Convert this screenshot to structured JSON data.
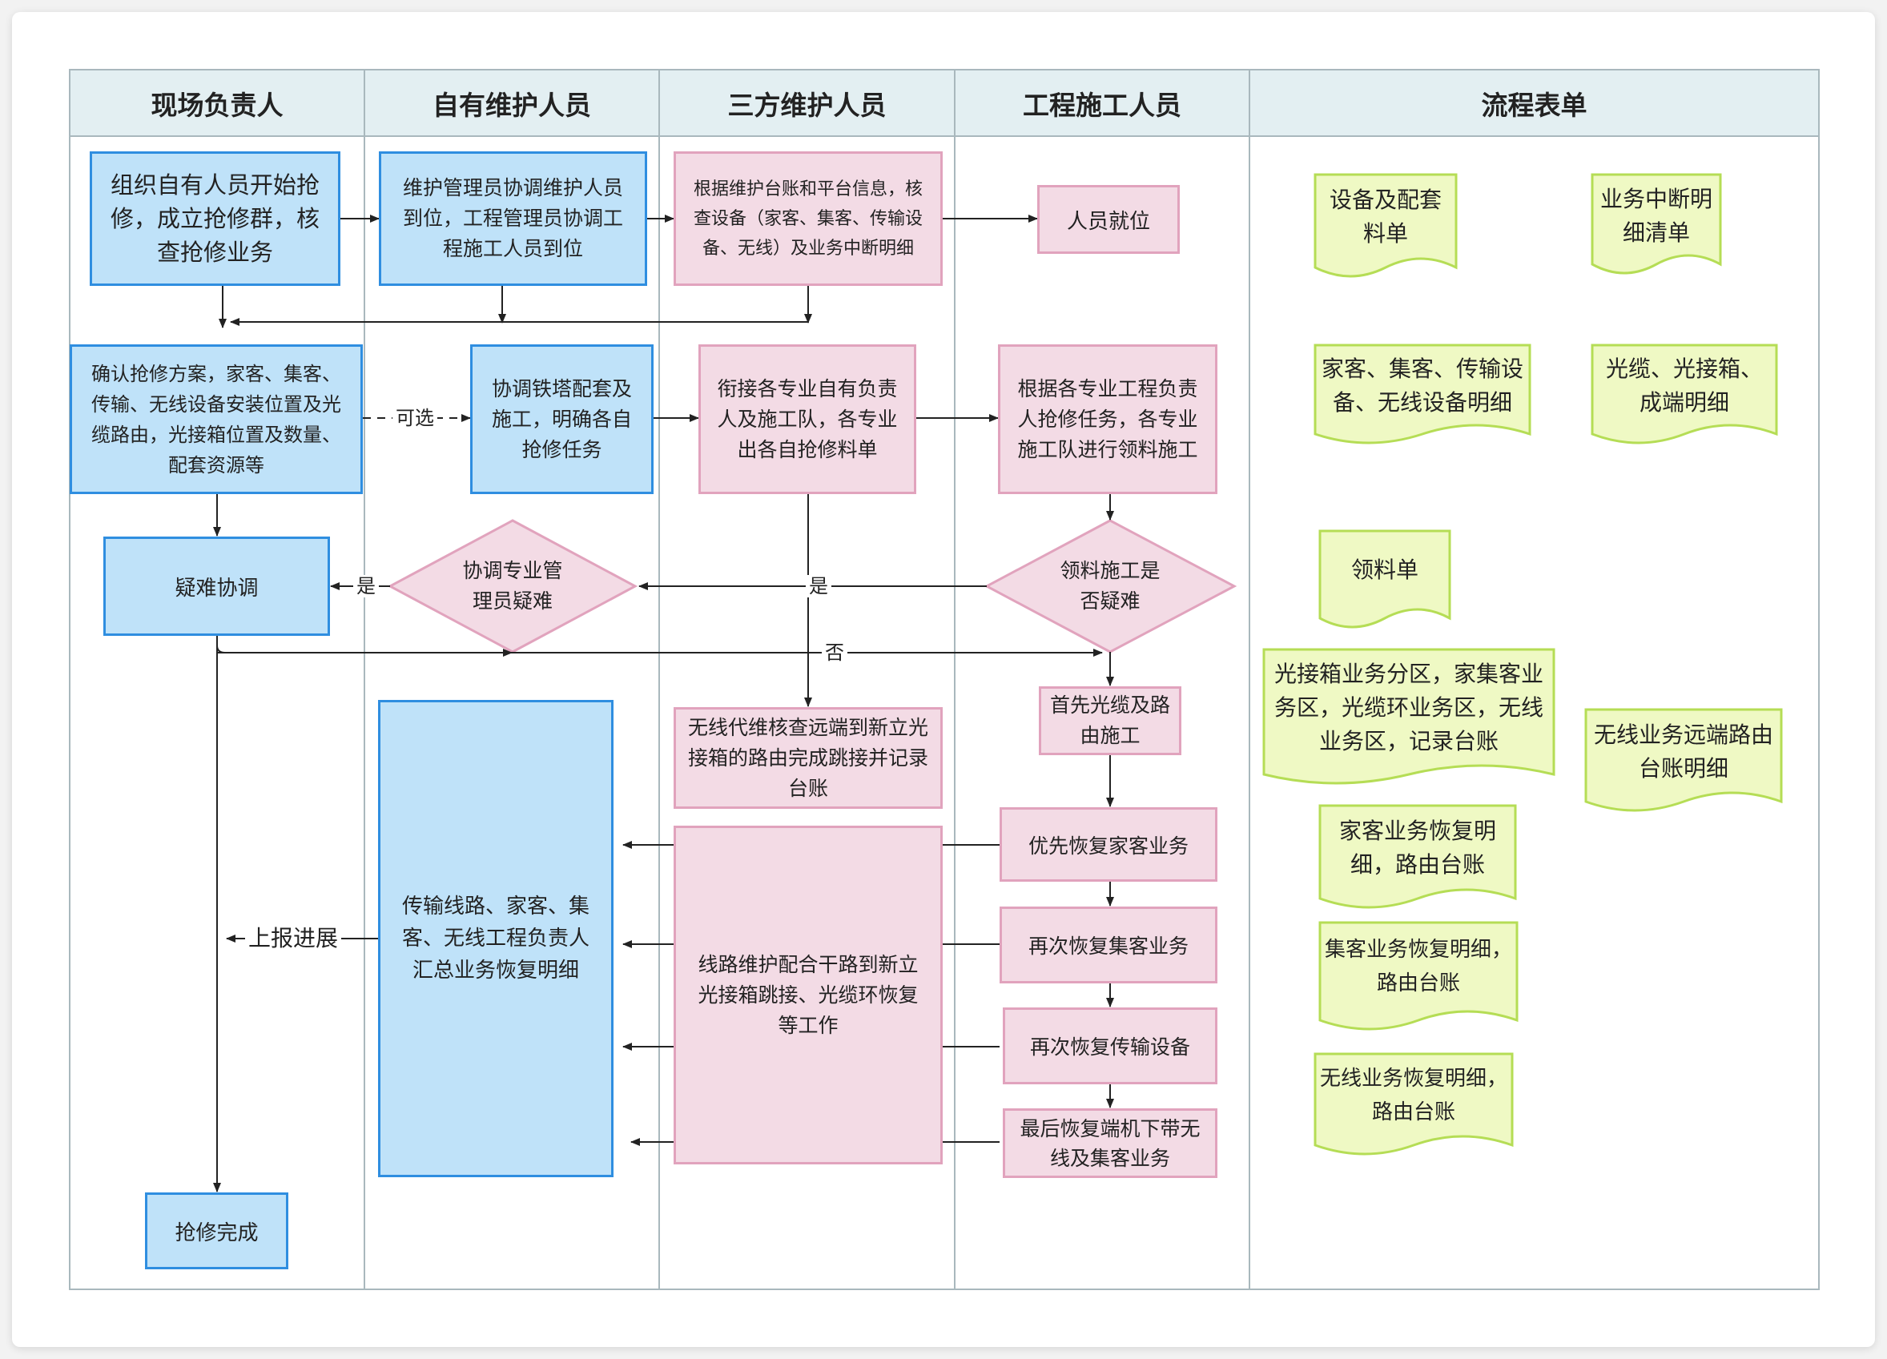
{
  "lanes": [
    {
      "label": "现场负责人"
    },
    {
      "label": "自有维护人员"
    },
    {
      "label": "三方维护人员"
    },
    {
      "label": "工程施工人员"
    },
    {
      "label": "流程表单"
    }
  ],
  "nodes": {
    "organize": "组织自有人员开始抢\n修，成立抢修群，核\n查抢修业务",
    "coordinate_staff": "维护管理员协调维护人员\n到位，工程管理员协调工\n程施工人员到位",
    "verify_equipment": "根据维护台账和平台信息，核\n查设备（家客、集客、传输设\n备、无线）及业务中断明细",
    "staff_ready": "人员就位",
    "confirm_plan": "确认抢修方案，家客、集客、\n传输、无线设备安装位置及光\n缆路由，光接箱位置及数量、\n配套资源等",
    "tower_coord": "协调铁塔配套及\n施工，明确各自\n抢修任务",
    "connect_teams": "衔接各专业自有负责\n人及施工队，各专业\n出各自抢修料单",
    "eng_tasks": "根据各专业工程负责\n人抢修任务，各专业\n施工队进行领料施工",
    "difficulty_coord": "疑难协调",
    "coordinator_difficulty": "协调专业管\n理员疑难",
    "material_difficulty": "领料施工是\n否疑难",
    "cable_first": "首先光缆及路\n由施工",
    "wireless_check": "无线代维核查远端到新立光\n接箱的路由完成跳接并记录\n台账",
    "summary": "传输线路、家客、集\n客、无线工程负责人\n汇总业务恢复明细",
    "line_maintenance": "线路维护配合干路到新立\n光接箱跳接、光缆环恢复\n等工作",
    "restore_home": "优先恢复家客业务",
    "restore_group": "再次恢复集客业务",
    "restore_transport": "再次恢复传输设备",
    "restore_wireless": "最后恢复端机下带无\n线及集客业务",
    "done": "抢修完成"
  },
  "edge_labels": {
    "optional": "可选",
    "yes_left": "是",
    "yes_mid": "是",
    "no": "否",
    "report_progress": "上报进展"
  },
  "forms": {
    "equipment_material": "设备及配套\n料单",
    "interruption_list": "业务中断明\n细清单",
    "device_detail": "家客、集客、传输设\n备、无线设备明细",
    "cable_detail": "光缆、光接箱、\n成端明细",
    "material_sheet": "领料单",
    "service_zones": "光接箱业务分区，家集客业\n务区，光缆环业务区，无线\n业务区，记录台账",
    "wireless_route": "无线业务远端路由\n台账明细",
    "home_restore": "家客业务恢复明\n细，路由台账",
    "group_restore": "集客业务恢复明细，\n路由台账",
    "wireless_restore": "无线业务恢复明细，\n路由台账"
  },
  "colors": {
    "blue_fill": "#bfe2f9",
    "blue_border": "#2f8ee0",
    "pink_fill": "#f3dbe5",
    "pink_border": "#e1a3bd",
    "form_fill": "#eff9c4",
    "form_border": "#b5dd55",
    "header_fill": "#e3eff2"
  }
}
